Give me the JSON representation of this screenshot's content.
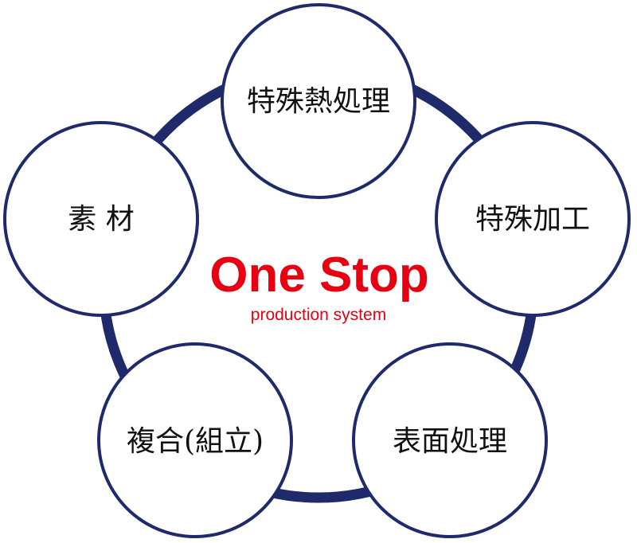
{
  "center": {
    "title": "One Stop",
    "subtitle": "production system"
  },
  "nodes": [
    {
      "id": "heat-treatment",
      "label": "特殊熱処理"
    },
    {
      "id": "special-machining",
      "label": "特殊加工"
    },
    {
      "id": "surface-treatment",
      "label": "表面処理"
    },
    {
      "id": "composite-assembly",
      "label": "複合(組立)"
    },
    {
      "id": "material",
      "label": "素 材"
    }
  ],
  "colors": {
    "ring": "#1f2a6b",
    "circle_stroke": "#1f2a6b",
    "circle_fill": "#ffffff",
    "accent": "#e60012",
    "text": "#111111"
  }
}
